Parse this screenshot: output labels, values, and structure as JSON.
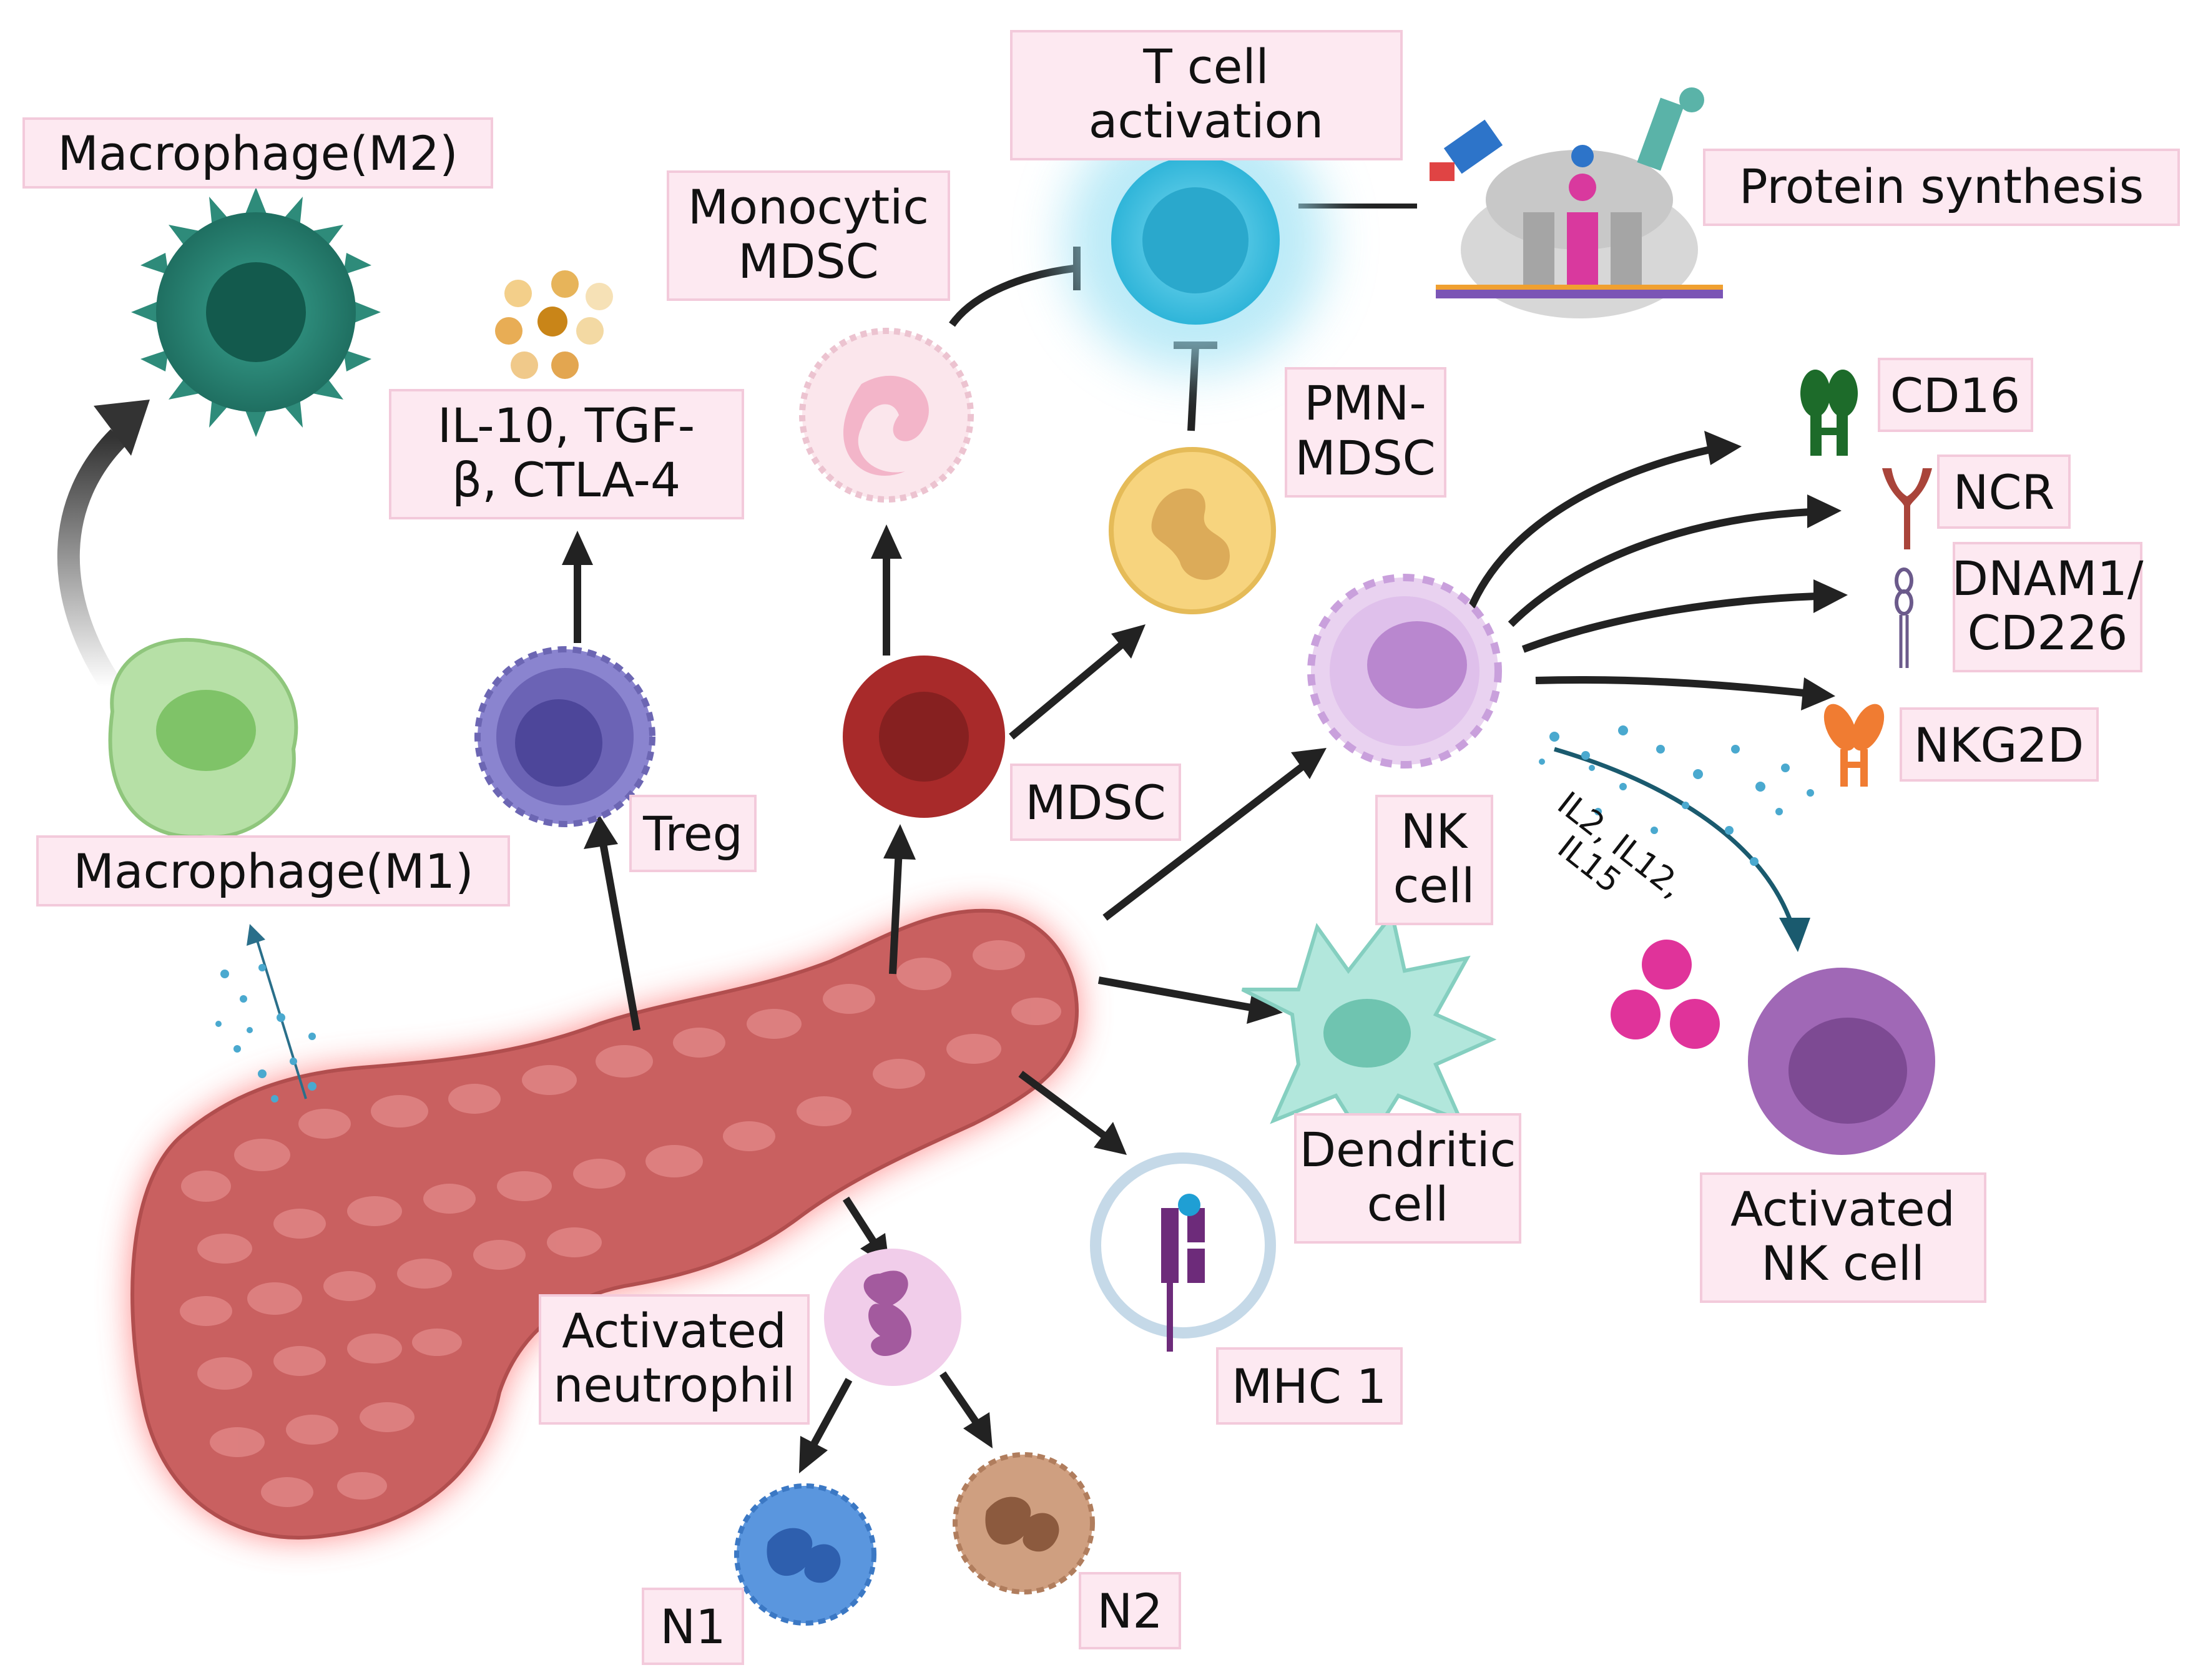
{
  "labels": {
    "macrophage_m2": "Macrophage(M2)",
    "macrophage_m1": "Macrophage(M1)",
    "cytokines_line1": "IL-10, TGF-",
    "cytokines_line2": "β, CTLA-4",
    "treg": "Treg",
    "monocytic_mdsc_line1": "Monocytic",
    "monocytic_mdsc_line2": "MDSC",
    "t_cell_line1": "T cell",
    "t_cell_line2": "activation",
    "protein_synthesis": "Protein synthesis",
    "pmn_mdsc_line1": "PMN-",
    "pmn_mdsc_line2": "MDSC",
    "mdsc": "MDSC",
    "cd16": "CD16",
    "ncr": "NCR",
    "dnam1_line1": "DNAM1/",
    "dnam1_line2": "CD226",
    "nkg2d": "NKG2D",
    "nk_cell_line1": "NK",
    "nk_cell_line2": "cell",
    "interleukins_line1": "IL2, IL12,",
    "interleukins_line2": "IL15",
    "dendritic_line1": "Dendritic",
    "dendritic_line2": "cell",
    "activated_nk_line1": "Activated",
    "activated_nk_line2": "NK cell",
    "activated_neutrophil_line1": "Activated",
    "activated_neutrophil_line2": "neutrophil",
    "mhc1": "MHC 1",
    "n1": "N1",
    "n2": "N2"
  },
  "colors": {
    "label_fill": "#fde9f1",
    "label_border": "#f3cadb",
    "pancreas": "#c96060",
    "pancreas_glow": "#ff5a5a",
    "m2_macrophage": "#2e8b7a",
    "m1_macrophage": "#a9d99a",
    "treg": "#6b63b5",
    "mdsc": "#a82a2a",
    "monocytic_mdsc": "#f7d3de",
    "pmn_mdsc": "#f6d27a",
    "t_cell": "#4cc6e4",
    "nk_cell": "#d9b6e8",
    "activated_nk": "#a068b6",
    "dendritic": "#a8e3d6",
    "neutrophil": "#e9b4dc",
    "n1": "#5a96de",
    "n2": "#c49274",
    "cd16": "#1d6b2a",
    "ncr": "#a9443a",
    "dnam1": "#6b5a8b",
    "nkg2d": "#f07c32",
    "interleukin_dots": "#e0339a",
    "cytokine_dots": "#e0a33c",
    "mhc1": "#6d2b7a"
  }
}
